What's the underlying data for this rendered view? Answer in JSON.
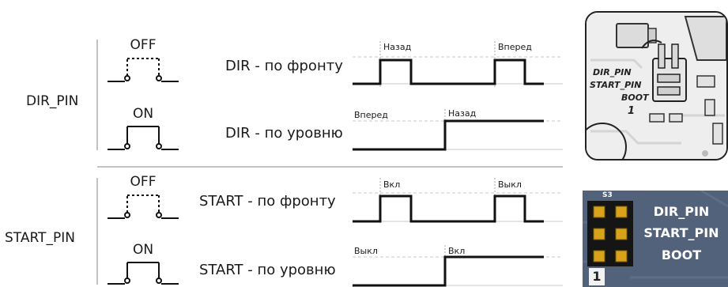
{
  "rows": {
    "dir": {
      "pin": "DIR_PIN",
      "off_state": "OFF",
      "on_state": "ON",
      "edge_mode": "DIR - по фронту",
      "level_mode": "DIR - по уровню",
      "edge_label_1": "Назад",
      "edge_label_2": "Вперед",
      "level_label_1": "Вперед",
      "level_label_2": "Назад"
    },
    "start": {
      "pin": "START_PIN",
      "off_state": "OFF",
      "on_state": "ON",
      "edge_mode": "START - по фронту",
      "level_mode": "START - по уровню",
      "edge_label_1": "Вкл",
      "edge_label_2": "Выкл",
      "level_label_1": "Выкл",
      "level_label_2": "Вкл"
    }
  },
  "board_photo": {
    "silk_dir": "DIR_PIN",
    "silk_start": "START_PIN",
    "silk_boot": "BOOT",
    "silk_one": "1"
  },
  "header_view": {
    "ref": "S3",
    "dir": "DIR_PIN",
    "start": "START_PIN",
    "boot": "BOOT",
    "one": "1"
  }
}
